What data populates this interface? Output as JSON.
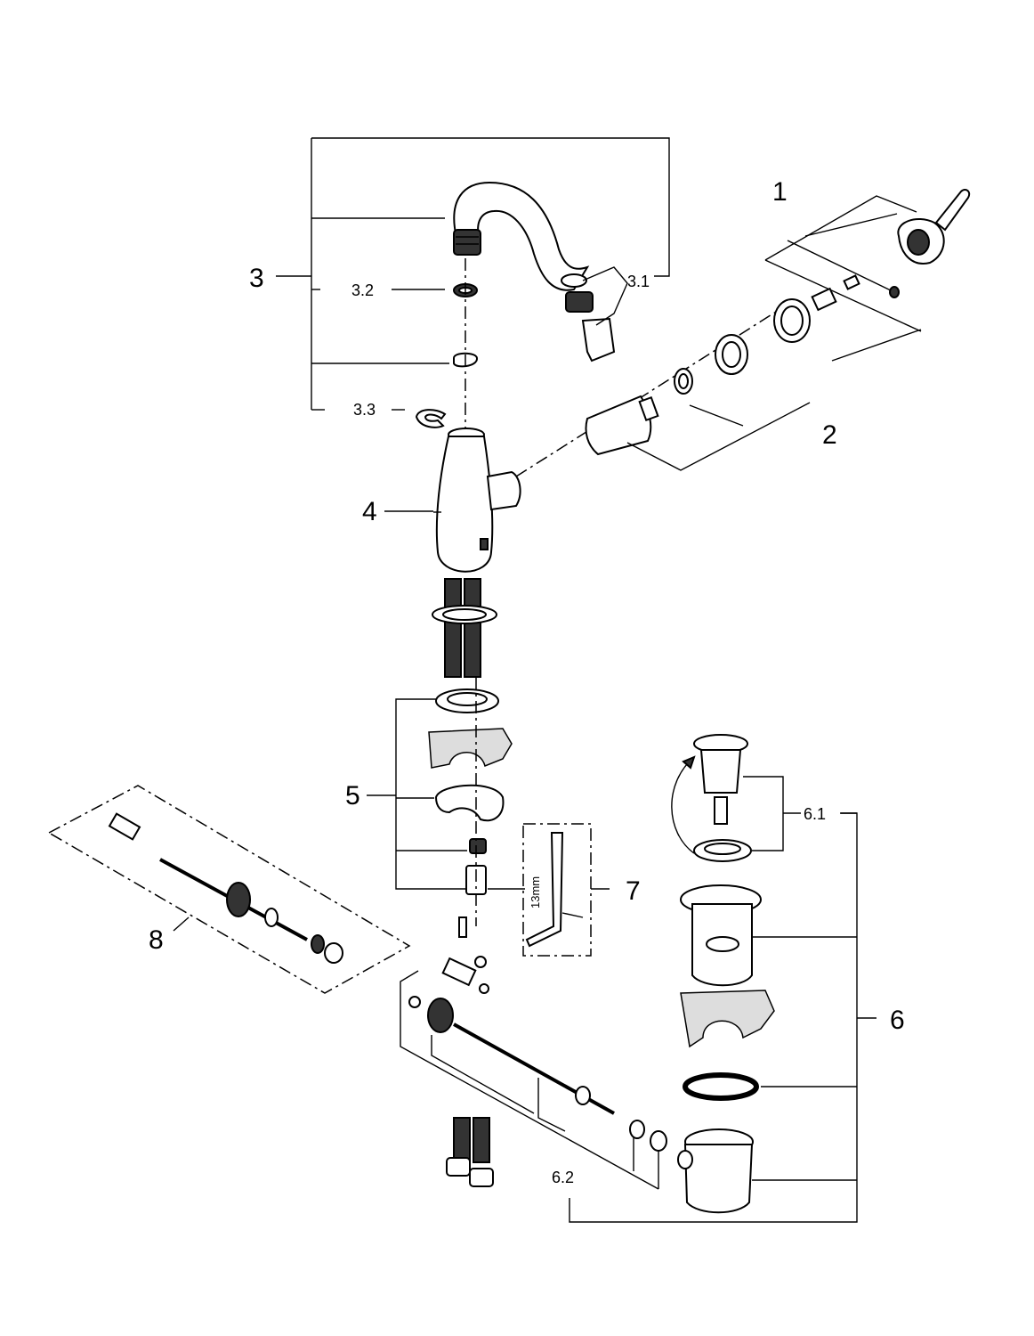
{
  "labels": {
    "p1": "1",
    "p2": "2",
    "p3": "3",
    "p3_1": "3.1",
    "p3_2": "3.2",
    "p3_3": "3.3",
    "p4": "4",
    "p5": "5",
    "p6": "6",
    "p6_1": "6.1",
    "p6_2": "6.2",
    "p7": "7",
    "p8": "8",
    "tool_size": "13mm"
  }
}
